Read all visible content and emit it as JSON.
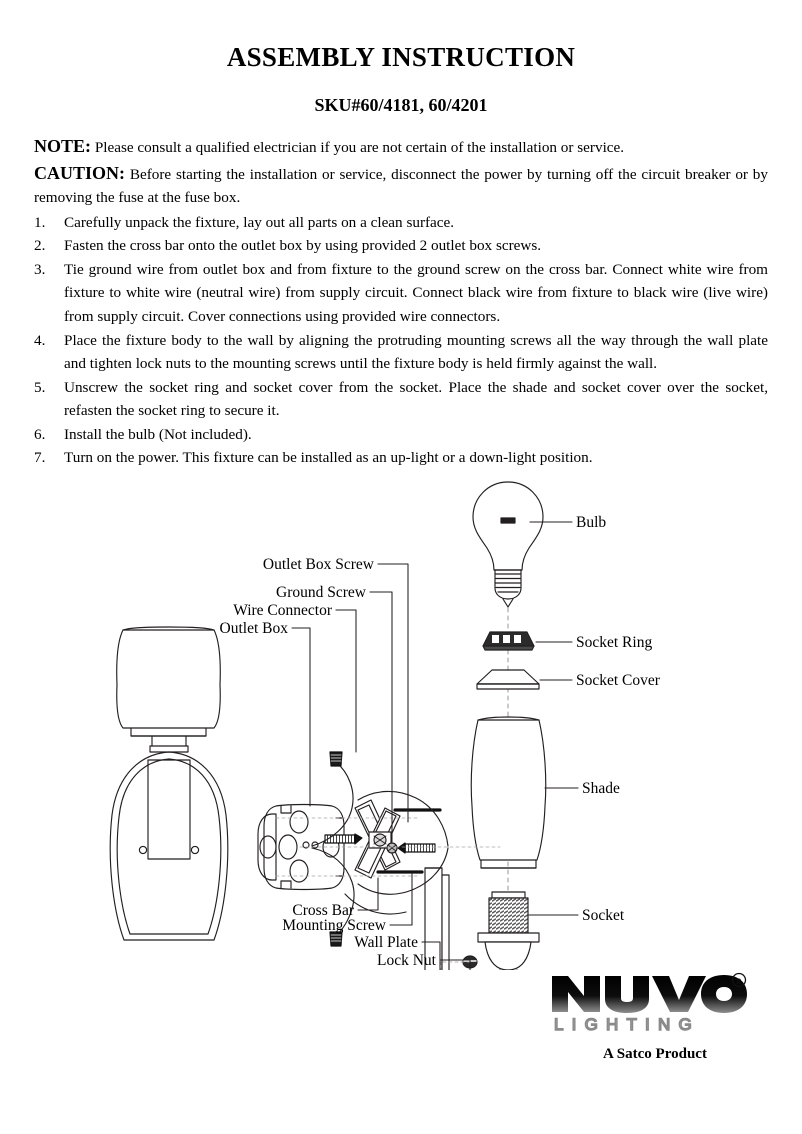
{
  "document": {
    "title": "ASSEMBLY INSTRUCTION",
    "sku": "SKU#60/4181, 60/4201"
  },
  "notices": {
    "note_label": "NOTE:",
    "note_text": "Please consult a qualified electrician if you are not certain of the installation or service.",
    "caution_label": "CAUTION:",
    "caution_text": "Before starting the installation or service, disconnect the power by turning off the circuit breaker or by removing the fuse at the fuse box."
  },
  "steps": [
    {
      "num": "1.",
      "text": "Carefully unpack the fixture, lay out all parts on a clean surface."
    },
    {
      "num": "2.",
      "text": "Fasten the cross bar onto the outlet box by using provided 2 outlet box screws."
    },
    {
      "num": "3.",
      "text": "Tie ground wire from outlet box and from fixture to the ground screw on the cross bar. Connect white wire from fixture to white wire (neutral wire) from supply circuit. Connect black wire from fixture to black wire (live wire) from supply circuit. Cover connections using provided wire connectors."
    },
    {
      "num": "4.",
      "text": "Place the fixture body to the wall by aligning the protruding mounting screws all the way through the wall plate and tighten lock nuts to the mounting screws until the fixture body is held firmly against the wall."
    },
    {
      "num": "5.",
      "text": "Unscrew the socket ring and socket cover from the socket. Place the shade and socket cover over the socket, refasten the socket ring to secure it."
    },
    {
      "num": "6.",
      "text": "Install the bulb (Not included)."
    },
    {
      "num": "7.",
      "text": "Turn on the power. This fixture can be installed as an up-light or a down-light position."
    }
  ],
  "diagram": {
    "labels": {
      "bulb": "Bulb",
      "socket_ring": "Socket Ring",
      "socket_cover": "Socket Cover",
      "shade": "Shade",
      "socket": "Socket",
      "outlet_box_screw": "Outlet Box Screw",
      "ground_screw": "Ground Screw",
      "wire_connector": "Wire Connector",
      "outlet_box": "Outlet Box",
      "cross_bar": "Cross Bar",
      "mounting_screw": "Mounting Screw",
      "wall_plate": "Wall Plate",
      "lock_nut": "Lock Nut"
    }
  },
  "footer": {
    "brand_name": "NUVO",
    "brand_sub": "LIGHTING",
    "registered_mark": "®",
    "tagline": "A Satco Product"
  },
  "colors": {
    "ink": "#000000",
    "paper": "#ffffff",
    "line": "#231f20",
    "hatch": "#58585b"
  }
}
